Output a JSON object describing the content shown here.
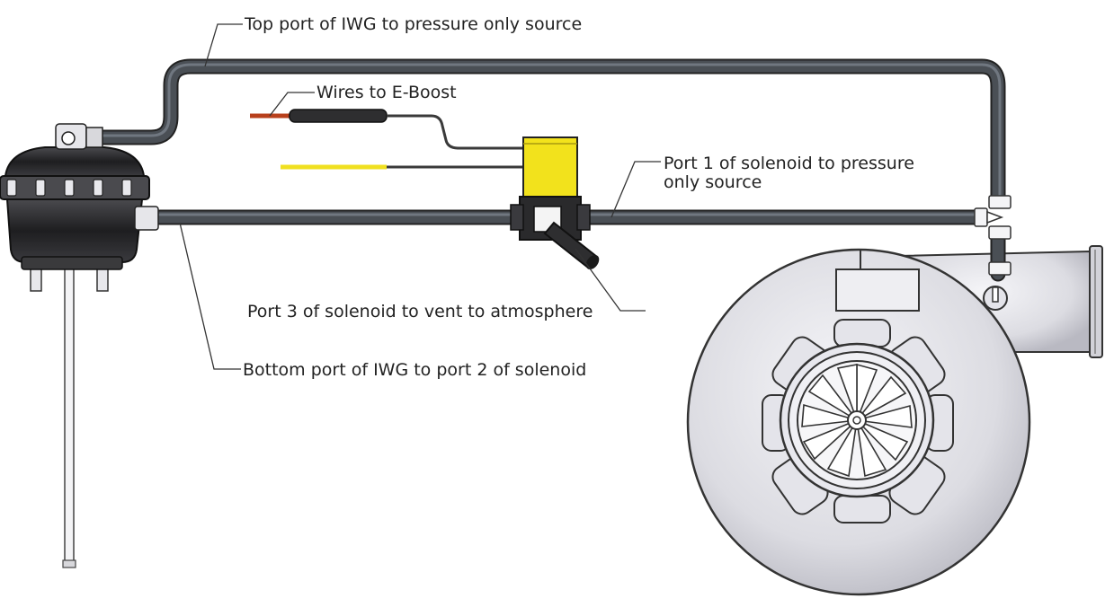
{
  "labels": {
    "top_port": "Top port of IWG to pressure only source",
    "wires": "Wires to E-Boost",
    "port1_line1": "Port 1 of solenoid to pressure",
    "port1_line2": "only source",
    "port3": "Port 3 of solenoid to vent to atmosphere",
    "bottom_port": "Bottom port of IWG to port 2 of solenoid"
  },
  "colors": {
    "hose": "#4a4f55",
    "solenoid_body": "#f2e21c",
    "wire_red": "#b8401c",
    "wire_yellow": "#f0e020",
    "turbo_fill": "#e6e6ea",
    "actuator": "#2c2c2e"
  }
}
